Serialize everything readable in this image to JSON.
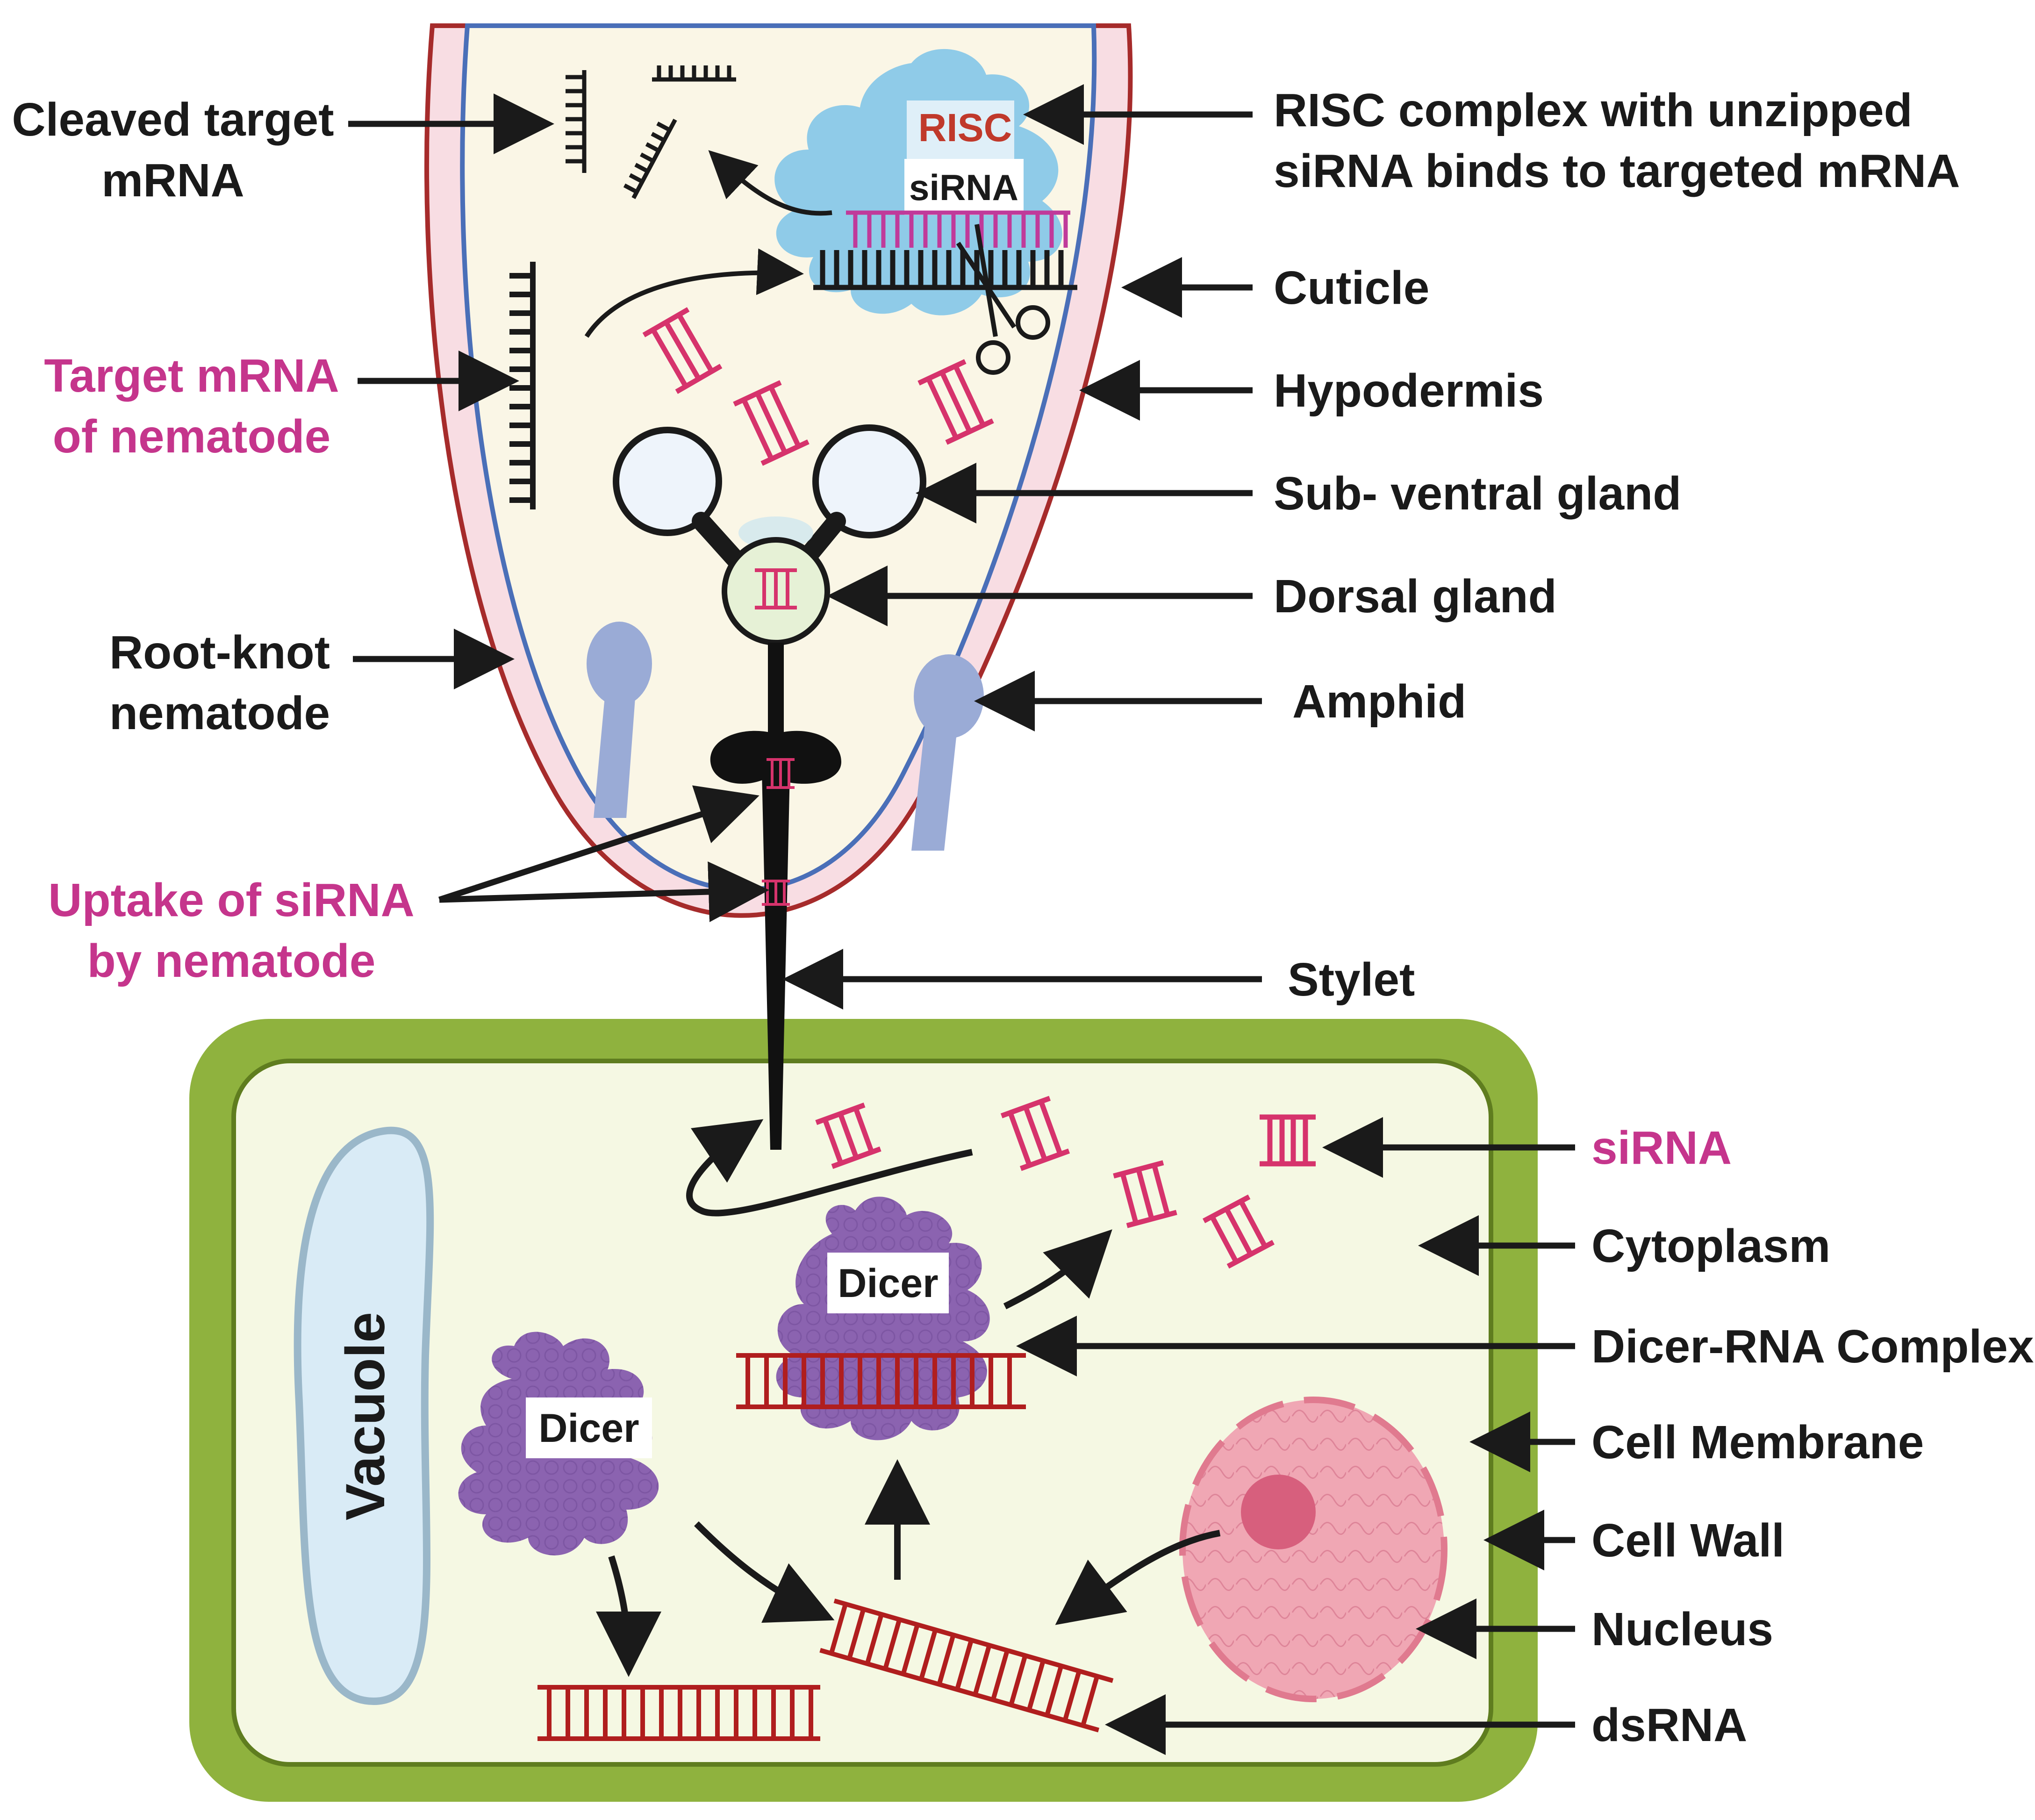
{
  "colors": {
    "label": "#1a1a1a",
    "label_accent": "#c5358c",
    "sirna": "#d6336c",
    "dsrna": "#b01e1e",
    "cell_wall": "#8fb23e",
    "cytoplasm": "#f5f8e3",
    "nematode_body": "#faf6e6",
    "nematode_cuticle": "#a62b2b",
    "nematode_hypodermis": "#4a6fb8",
    "dicer": "#8b63b0",
    "risc": "#8fcbe8",
    "nucleus": "#f0a7b4",
    "amphid": "#9aabd6",
    "vacuole": "#d9ebf6"
  },
  "labels": {
    "cleaved_target": [
      "Cleaved target",
      "mRNA"
    ],
    "target_mrna": [
      "Target mRNA",
      "of nematode"
    ],
    "root_knot": [
      "Root-knot",
      "nematode"
    ],
    "uptake": [
      "Uptake of siRNA",
      "by nematode"
    ],
    "risc_complex": [
      "RISC complex with unzipped",
      "siRNA binds to targeted mRNA"
    ],
    "cuticle": "Cuticle",
    "hypodermis": "Hypodermis",
    "subventral": "Sub- ventral gland",
    "dorsal": "Dorsal gland",
    "amphid": "Amphid",
    "stylet": "Stylet",
    "sirna": "siRNA",
    "cytoplasm": "Cytoplasm",
    "dicer_rna": "Dicer-RNA Complex",
    "cell_membrane": "Cell Membrane",
    "cell_wall": "Cell Wall",
    "nucleus": "Nucleus",
    "dsrna": "dsRNA"
  },
  "inner_text": {
    "risc": "RISC",
    "sirna": "siRNA",
    "dicer_left": "Dicer",
    "dicer_center": "Dicer",
    "vacuole": "Vacuole"
  }
}
